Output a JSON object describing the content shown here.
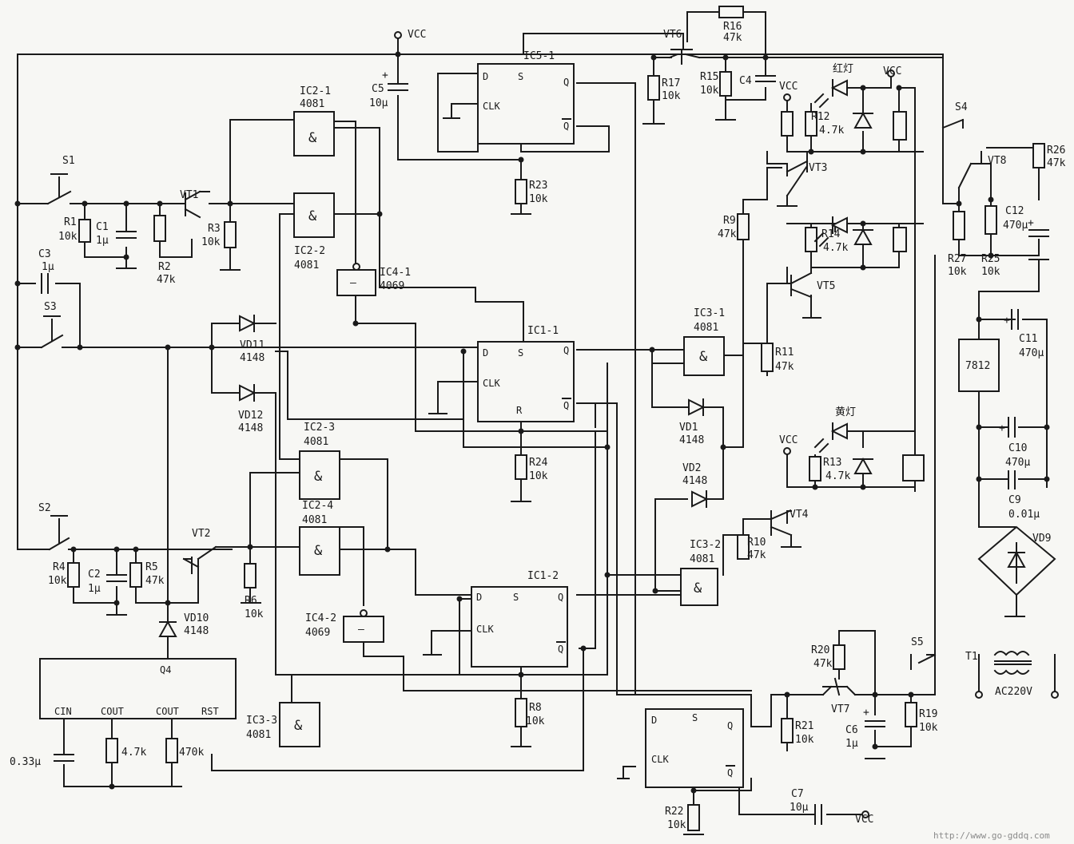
{
  "supply": {
    "vcc": "VCC",
    "ac": "AC220V",
    "reg": "7812",
    "transformer": "T1",
    "bridge": "VD9"
  },
  "switches": {
    "s1": "S1",
    "s2": "S2",
    "s3": "S3",
    "s4": "S4",
    "s5": "S5"
  },
  "transistors": {
    "vt1": "VT1",
    "vt2": "VT2",
    "vt3": "VT3",
    "vt4": "VT4",
    "vt5": "VT5",
    "vt6": "VT6",
    "vt7": "VT7",
    "vt8": "VT8"
  },
  "resistors": {
    "r1": "R1",
    "r1v": "10k",
    "r2": "R2",
    "r2v": "47k",
    "r3": "R3",
    "r3v": "10k",
    "r4": "R4",
    "r4v": "10k",
    "r5": "R5",
    "r5v": "47k",
    "r6": "R6",
    "r6v": "10k",
    "r8": "R8",
    "r8v": "10k",
    "r9": "R9",
    "r9v": "47k",
    "r10": "R10",
    "r10v": "47k",
    "r11": "R11",
    "r11v": "47k",
    "r12": "R12",
    "r12v": "4.7k",
    "r13": "R13",
    "r13v": "4.7k",
    "r14": "R14",
    "r14v": "4.7k",
    "r15": "R15",
    "r15v": "10k",
    "r16": "R16",
    "r16v": "47k",
    "r17": "R17",
    "r17v": "10k",
    "r19": "R19",
    "r19v": "10k",
    "r20": "R20",
    "r20v": "47k",
    "r21": "R21",
    "r21v": "10k",
    "r22": "R22",
    "r22v": "10k",
    "r23": "R23",
    "r23v": "10k",
    "r24": "R24",
    "r24v": "10k",
    "r25": "R25",
    "r25v": "10k",
    "r26": "R26",
    "r26v": "47k",
    "r27": "R27",
    "r27v": "10k",
    "r47": "4.7k",
    "r470": "470k"
  },
  "capacitors": {
    "c1": "C1",
    "c1v": "1μ",
    "c2": "C2",
    "c2v": "1μ",
    "c3": "C3",
    "c3v": "1μ",
    "c4": "C4",
    "c5": "C5",
    "c5v": "10μ",
    "c6": "C6",
    "c6v": "1μ",
    "c7": "C7",
    "c7v": "10μ",
    "c9": "C9",
    "c9v": "0.01μ",
    "c10": "C10",
    "c10v": "470μ",
    "c11": "C11",
    "c11v": "470μ",
    "c12": "C12",
    "c12v": "470μ",
    "c033": "0.33μ"
  },
  "diodes": {
    "vd1": "VD1",
    "vd2": "VD2",
    "vd10": "VD10",
    "vd11": "VD11",
    "vd12": "VD12",
    "d4148": "4148"
  },
  "ics": {
    "ic21": "IC2-1",
    "ic22": "IC2-2",
    "ic23": "IC2-3",
    "ic24": "IC2-4",
    "ic31": "IC3-1",
    "ic32": "IC3-2",
    "ic33": "IC3-3",
    "ic41": "IC4-1",
    "ic42": "IC4-2",
    "ic11": "IC1-1",
    "ic12": "IC1-2",
    "ic51": "IC5-1",
    "p4081": "4081",
    "p4069": "4069",
    "amp": "&",
    "inv": "—"
  },
  "pins": {
    "d": "D",
    "s": "S",
    "q": "Q",
    "qb": "Q",
    "clk": "CLK",
    "r": "R",
    "q4": "Q4",
    "cin": "CIN",
    "cout": "COUT",
    "rst": "RST"
  },
  "lamps": {
    "red": "红灯",
    "yellow": "黄灯"
  },
  "watermark": "http://www.go-gddq.com"
}
